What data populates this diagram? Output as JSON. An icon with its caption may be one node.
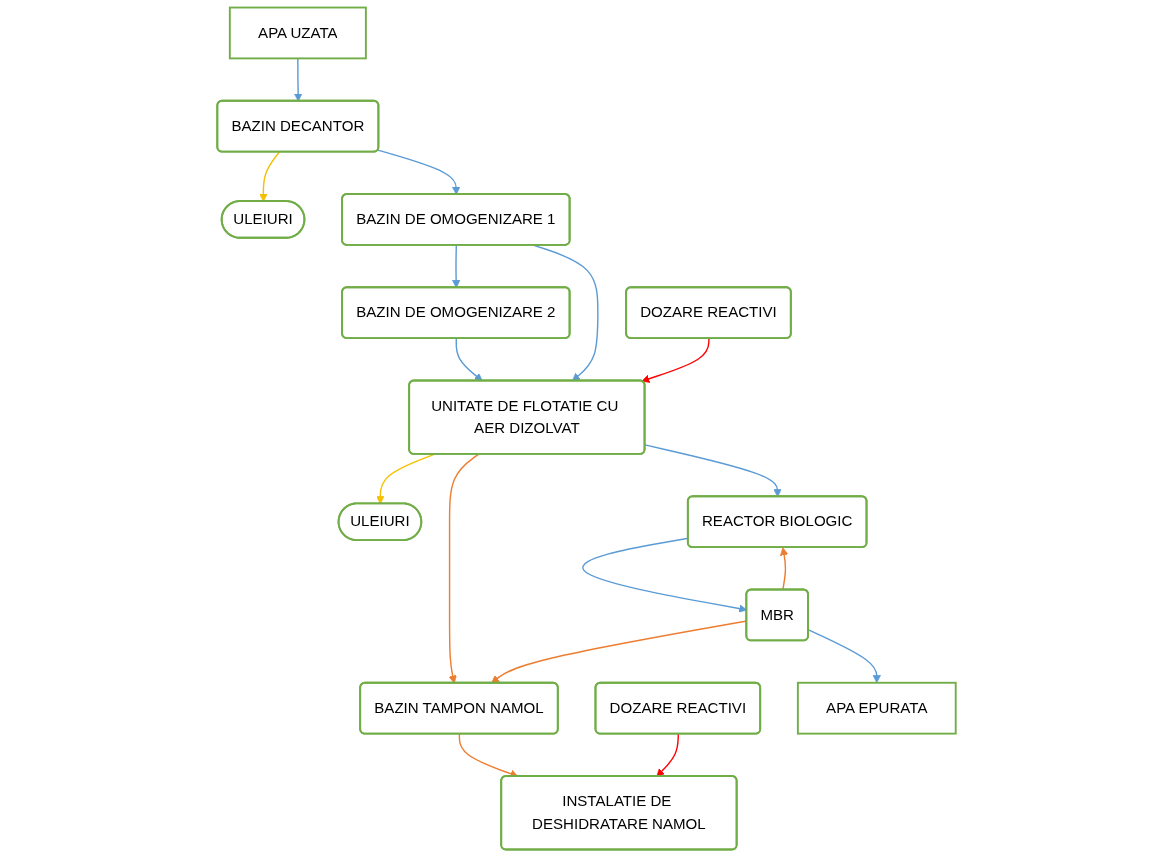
{
  "diagram": {
    "nodes": [
      {
        "text": [
          "APA UZATA"
        ]
      },
      {
        "text": [
          "BAZIN DECANTOR"
        ]
      },
      {
        "text": [
          "ULEIURI"
        ]
      },
      {
        "text": [
          "BAZIN DE OMOGENIZARE 2"
        ]
      },
      {
        "text": [
          "BAZIN DE OMOGENIZARE 1"
        ]
      },
      {
        "text": [
          "ULEIURI"
        ]
      },
      {
        "text": [
          "DOZARE REACTIVI"
        ]
      },
      {
        "text": [
          "UNITATE DE FLOTATIE CU AER DIZOLVAT"
        ]
      },
      {
        "text": [
          "BAZIN TAMPON NAMOL"
        ]
      },
      {
        "text": [
          "REACTOR BIOLOGIC"
        ]
      },
      {
        "text": [
          "INSTALATIE DE DESHIDRATARE NAMOL"
        ]
      },
      {
        "text": [
          "MBR"
        ]
      },
      {
        "text": [
          "DOZARE REACTIVI"
        ]
      },
      {
        "text": [
          "APA EPURATA"
        ]
      }
    ],
    "edges": [
      {
        "from": 0,
        "to": 1,
        "arrow": "to"
      },
      {
        "from": 1,
        "to": 2,
        "arrow": "to",
        "color": "#f5c000"
      },
      {
        "from": 1,
        "to": 4,
        "arrow": "to"
      },
      {
        "from": 4,
        "to": 3,
        "arrow": "to"
      },
      {
        "from": 3,
        "to": 7,
        "arrow": "to"
      },
      {
        "from": 4,
        "to": 7,
        "arrow": "to"
      },
      {
        "from": 6,
        "to": 7,
        "arrow": "to",
        "color": "#ff0000"
      },
      {
        "from": 7,
        "to": 5,
        "arrow": "to",
        "color": "#f5c000"
      },
      {
        "from": 7,
        "to": 8,
        "arrow": "to",
        "color": "#ed7d31"
      },
      {
        "from": 7,
        "to": 9,
        "arrow": "to"
      },
      {
        "from": 9,
        "to": 11,
        "arrow": "to"
      },
      {
        "from": 11,
        "to": 8,
        "arrow": "to",
        "color": "#ed7d31"
      },
      {
        "from": 11,
        "to": 9,
        "arrow": "to",
        "color": "#ed7d31"
      },
      {
        "from": 8,
        "to": 10,
        "arrow": "to",
        "color": "#ed7d31"
      },
      {
        "from": 12,
        "to": 10,
        "arrow": "to",
        "color": "#ff0000"
      },
      {
        "from": 11,
        "to": 13,
        "arrow": "to"
      }
    ]
  }
}
